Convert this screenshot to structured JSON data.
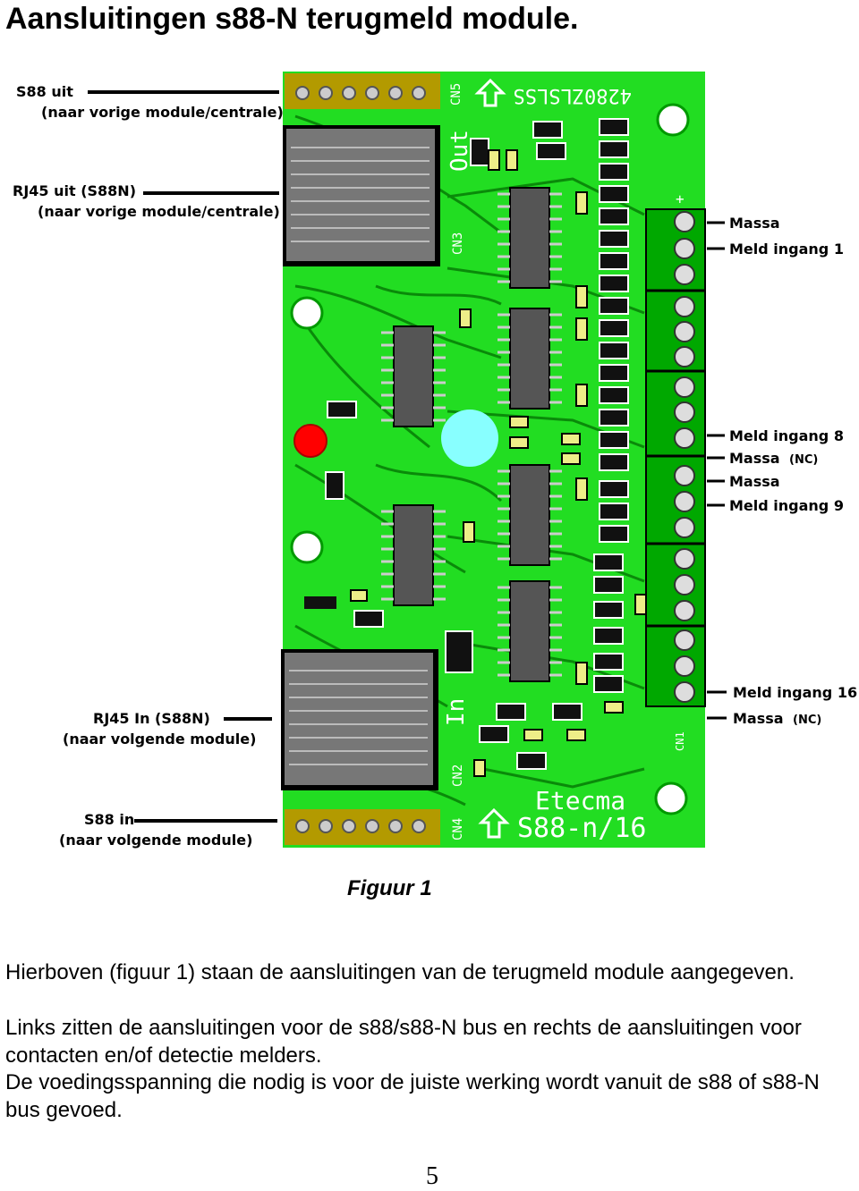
{
  "title": "Aansluitingen s88-N terugmeld module.",
  "figure": {
    "caption": "Figuur 1",
    "left_labels": {
      "s88_out": "S88 uit",
      "s88_out_sub": "(naar vorige module/centrale)",
      "rj45_out": "RJ45 uit (S88N)",
      "rj45_out_sub": "(naar vorige module/centrale)",
      "rj45_in": "RJ45 In (S88N)",
      "rj45_in_sub": "(naar volgende module)",
      "s88_in": "S88 in",
      "s88_in_sub": "(naar volgende module)"
    },
    "right_labels": {
      "massa_1": "Massa",
      "meld_1": "Meld ingang 1",
      "meld_8": "Meld ingang 8",
      "massa_nc_1": "Massa",
      "nc_1": "(NC)",
      "massa_2": "Massa",
      "meld_9": "Meld ingang 9",
      "meld_16": "Meld ingang 16",
      "massa_nc_2": "Massa",
      "nc_2": "(NC)"
    },
    "board": {
      "cn5": "CN5",
      "cn3": "CN3",
      "cn2": "CN2",
      "cn4": "CN4",
      "cn1": "CN1",
      "out": "Out",
      "in": "In",
      "serial": "4280ZLSLSS",
      "brand": "Etecma",
      "model": "S88-n/16",
      "plus": "+"
    },
    "colors": {
      "board": "#22dd22",
      "trace": "#007a00",
      "led_red": "#ff0000",
      "led_cyan": "#88ffff",
      "connector": "#009900"
    }
  },
  "paragraphs": [
    "Hierboven (figuur 1) staan de aansluitingen van de terugmeld module aangegeven.",
    "Links zitten de aansluitingen voor de s88/s88-N bus en rechts de aansluitingen voor contacten en/of detectie melders.",
    "De voedingsspanning die nodig is voor de juiste werking wordt vanuit de s88 of s88-N bus gevoed."
  ],
  "page_number": "5"
}
